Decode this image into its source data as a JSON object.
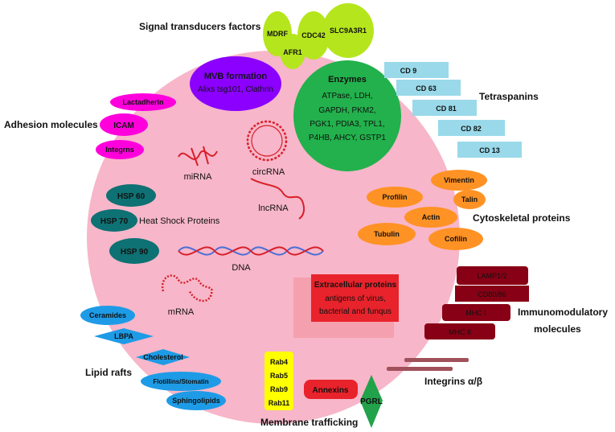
{
  "colors": {
    "vesicle": "#f7b6c9",
    "signal": "#b5e61d",
    "mvb": "#8b00ff",
    "enzymes": "#22b14c",
    "tetraspanin": "#99d9ea",
    "adhesion": "#ff00dd",
    "hsp": "#0e7173",
    "cytoskeletal": "#ff9224",
    "immuno": "#880015",
    "lipid": "#1e9be6",
    "rab": "#ffff00",
    "annexin": "#e8232b",
    "pgrl": "#22a24a",
    "integrin_bar": "#a0515a",
    "extracellular": "#e8232b",
    "rna": "#d81f2a",
    "dna_blue": "#4a6fd8"
  },
  "signal_transducers": {
    "title": "Signal transducers factors",
    "items": [
      "MDRF",
      "AFR1",
      "CDC42",
      "SLC9A3R1"
    ]
  },
  "mvb": {
    "title": "MVB formation",
    "detail": "Alixs tsg101, Clathrin"
  },
  "enzymes": {
    "title": "Enzymes",
    "lines": [
      "ATPase, LDH,",
      "GAPDH, PKM2,",
      "PGK1, PDIA3, TPL1,",
      "P4HB, AHCY, GSTP1"
    ]
  },
  "tetraspanins": {
    "title": "Tetraspanins",
    "items": [
      "CD 9",
      "CD 63",
      "CD 81",
      "CD 82",
      "CD 13"
    ]
  },
  "adhesion": {
    "title": "Adhesion molecules",
    "items": [
      "Lactadherin",
      "ICAM",
      "Integrns"
    ]
  },
  "nucleic": {
    "mirna": "miRNA",
    "circrna": "circRNA",
    "lncrna": "lncRNA",
    "dna": "DNA",
    "mrna": "mRNA"
  },
  "hsp": {
    "title": "Heat Shock Proteins",
    "items": [
      "HSP 60",
      "HSP 70",
      "HSP 90"
    ]
  },
  "cytoskeletal": {
    "title": "Cytoskeletal proteins",
    "items": [
      "Vimentin",
      "Profilin",
      "Talin",
      "Actin",
      "Tubulin",
      "Cofilin"
    ]
  },
  "extracellular": {
    "title": "Extracellular proteins",
    "lines": [
      "antigens of virus,",
      "bacterial and funqus"
    ]
  },
  "immuno": {
    "title_lines": [
      "Immunomodulatory",
      "molecules"
    ],
    "items": [
      "LAMP1/2",
      "CD80/86",
      "MHC I",
      "MHC II"
    ]
  },
  "lipid": {
    "title": "Lipid rafts",
    "items": [
      "Ceramides",
      "LBPA",
      "Cholesterol",
      "Flotillins/Stomatin",
      "Sphingolipids"
    ]
  },
  "trafficking": {
    "title": "Membrane trafficking",
    "items": [
      "Rab4",
      "Rab5",
      "Rab9",
      "Rab11"
    ]
  },
  "annexins": "Annexins",
  "pgrl": "PGRL",
  "integrins": "Integrins α/β"
}
